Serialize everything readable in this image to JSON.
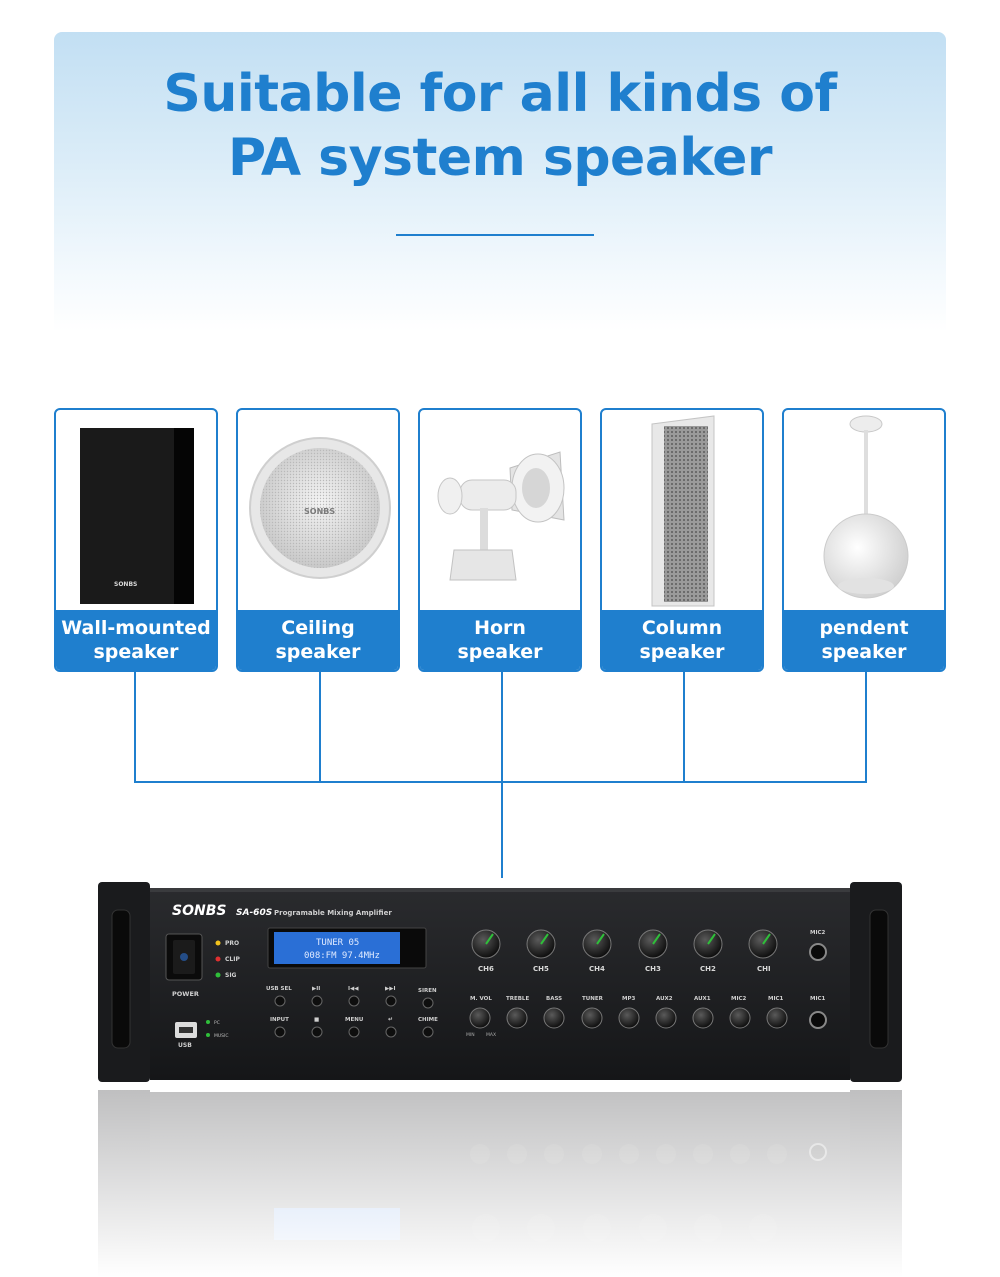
{
  "headline": {
    "line1": "Suitable for all kinds of",
    "line2": "PA system speaker"
  },
  "speakers": [
    {
      "label_line1": "Wall-mounted",
      "label_line2": "speaker",
      "brand": "SONBS"
    },
    {
      "label_line1": "Ceiling",
      "label_line2": "speaker",
      "brand": "SONBS"
    },
    {
      "label_line1": "Horn",
      "label_line2": "speaker"
    },
    {
      "label_line1": "Column",
      "label_line2": "speaker"
    },
    {
      "label_line1": "pendent",
      "label_line2": "speaker"
    }
  ],
  "amplifier": {
    "brand": "SONBS",
    "model": "SA-60S",
    "description": "Programable Mixing Amplifier",
    "power_label": "POWER",
    "usb_label": "USB",
    "indicators": [
      "PRO",
      "CLIP",
      "SIG"
    ],
    "usb_indicators": [
      "PC",
      "MUSIC"
    ],
    "lcd": {
      "line1": "TUNER  05",
      "line2": "008:FM  97.4MHz"
    },
    "buttons_row1": [
      "USB SEL",
      "▶II",
      "I◀◀",
      "▶▶I",
      "SIREN"
    ],
    "buttons_row2": [
      "INPUT",
      "■",
      "MENU",
      "↵",
      "CHIME"
    ],
    "channels": [
      "CH6",
      "CH5",
      "CH4",
      "CH3",
      "CH2",
      "CHI"
    ],
    "mic2_label": "MIC2",
    "mic1_label": "MIC1",
    "controls": [
      "M. VOL",
      "TREBLE",
      "BASS",
      "TUNER",
      "MP3",
      "AUX2",
      "AUX1",
      "MIC2",
      "MIC1"
    ],
    "min_label": "MIN",
    "max_label": "MAX"
  },
  "colors": {
    "accent": "#1f7fce",
    "amp_body": "#1d1e20",
    "lcd": "#2a6fd6"
  }
}
